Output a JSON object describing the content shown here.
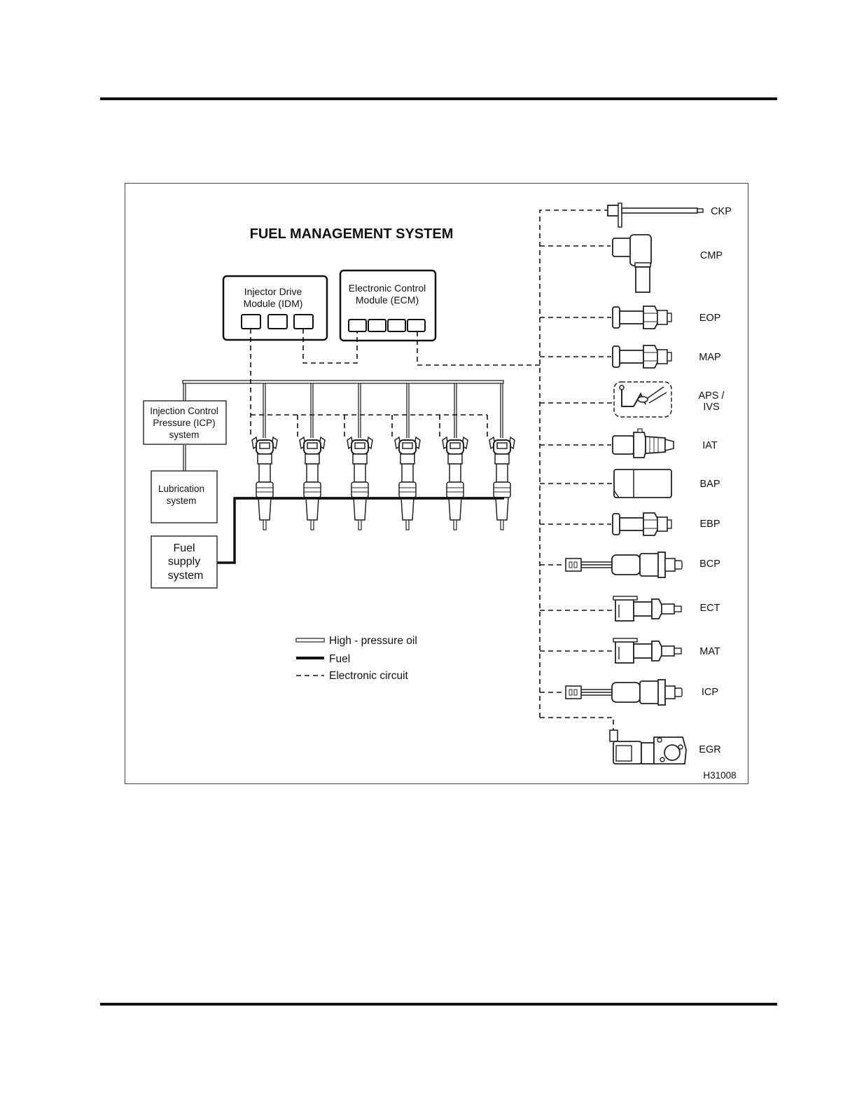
{
  "title": "FUEL MANAGEMENT SYSTEM",
  "figure_id": "H31008",
  "modules": {
    "idm": [
      "Injector Drive",
      "Module (IDM)"
    ],
    "ecm": [
      "Electronic Control",
      "Module (ECM)"
    ]
  },
  "systems": {
    "icp": [
      "Injection Control",
      "Pressure (ICP)",
      "system"
    ],
    "lubrication": [
      "Lubrication",
      "system"
    ],
    "fuel_supply": [
      "Fuel",
      "supply",
      "system"
    ]
  },
  "legend": {
    "high_pressure_oil": "High - pressure oil",
    "fuel": "Fuel",
    "electronic": "Electronic circuit"
  },
  "sensors": [
    {
      "id": "ckp",
      "label": "CKP"
    },
    {
      "id": "cmp",
      "label": "CMP"
    },
    {
      "id": "eop",
      "label": "EOP"
    },
    {
      "id": "map",
      "label": "MAP"
    },
    {
      "id": "aps",
      "label": "APS /\nIVS"
    },
    {
      "id": "iat",
      "label": "IAT"
    },
    {
      "id": "bap",
      "label": "BAP"
    },
    {
      "id": "ebp",
      "label": "EBP"
    },
    {
      "id": "bcp",
      "label": "BCP"
    },
    {
      "id": "ect",
      "label": "ECT"
    },
    {
      "id": "mat",
      "label": "MAT"
    },
    {
      "id": "icp",
      "label": "ICP"
    },
    {
      "id": "egr",
      "label": "EGR"
    }
  ]
}
